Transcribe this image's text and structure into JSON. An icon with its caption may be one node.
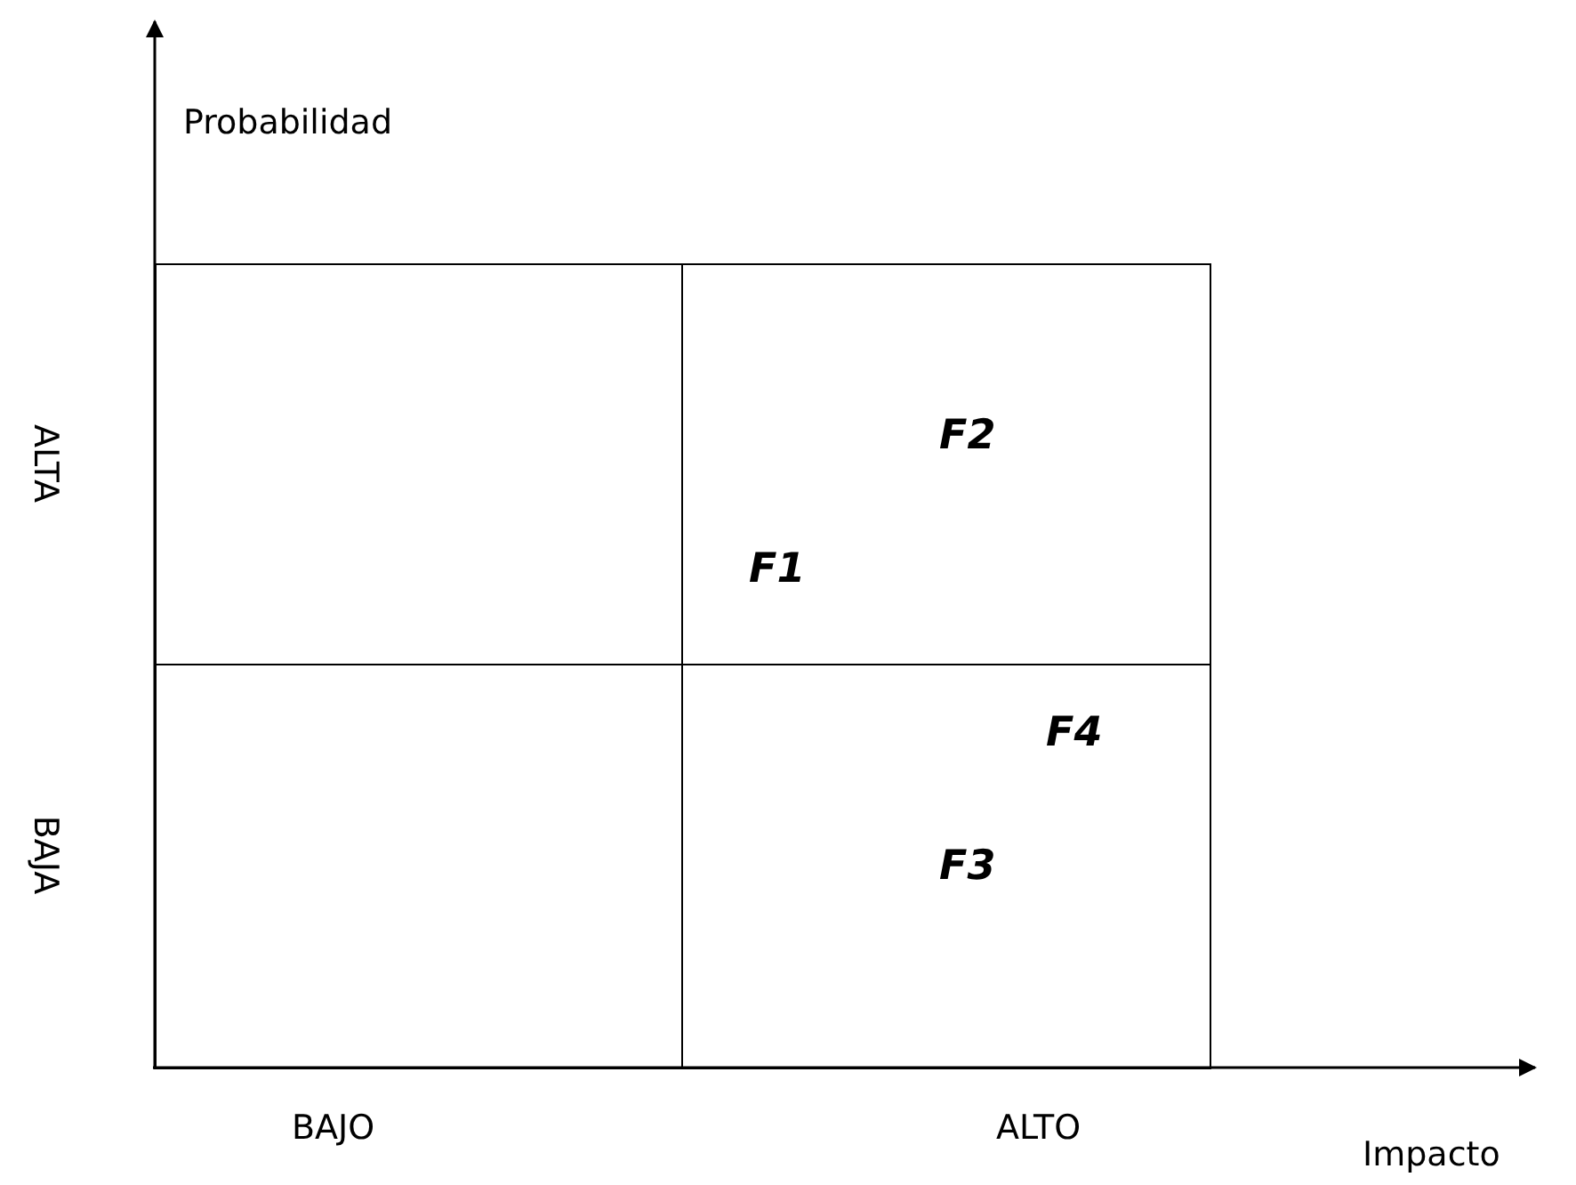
{
  "diagram": {
    "nodes": [
      {
        "text": [],
        "shape": "box"
      },
      {
        "text": [
          "F2",
          "F1"
        ]
      },
      {
        "text": [],
        "shape": "box"
      },
      {
        "text": [
          "F4",
          "F3"
        ]
      }
    ],
    "labels": [
      "Probabilidad",
      "ALTA",
      "BAJA",
      "BAJO",
      "ALTO",
      "Impacto"
    ]
  }
}
